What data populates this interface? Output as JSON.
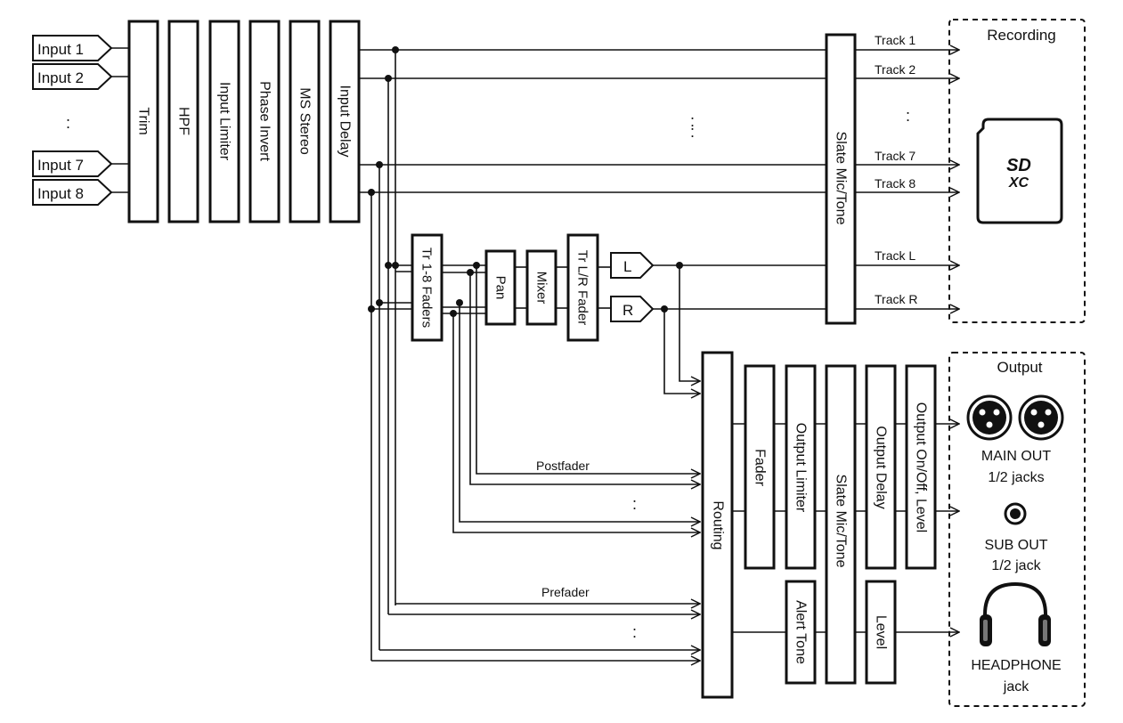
{
  "inputs": [
    "Input 1",
    "Input 2",
    "Input 7",
    "Input 8"
  ],
  "ellipsis": ":",
  "input_blocks": [
    "Trim",
    "HPF",
    "Input Limiter",
    "Phase Invert",
    "MS Stereo",
    "Input Delay"
  ],
  "slate_top": "Slate Mic/Tone",
  "tracks": [
    "Track 1",
    "Track 2",
    "Track 7",
    "Track 8",
    "Track L",
    "Track R"
  ],
  "recording": {
    "title": "Recording",
    "sd_logo_top": "SD",
    "sd_logo_bottom": "XC"
  },
  "mix_blocks": {
    "faders": "Tr 1-8 Faders",
    "pan": "Pan",
    "mixer": "Mixer",
    "lr_fader": "Tr L/R Fader"
  },
  "lr_out": [
    "L",
    "R"
  ],
  "routing": "Routing",
  "tap_labels": {
    "postfader": "Postfader",
    "prefader": "Prefader"
  },
  "output_blocks": [
    "Fader",
    "Output Limiter",
    "Slate Mic/Tone",
    "Output Delay",
    "Output On/Off, Level"
  ],
  "hp_blocks": {
    "alert": "Alert Tone",
    "level": "Level"
  },
  "output": {
    "title": "Output",
    "main_out": [
      "MAIN OUT",
      "1/2 jacks"
    ],
    "sub_out": [
      "SUB OUT",
      "1/2 jack"
    ],
    "headphone": [
      "HEADPHONE",
      "jack"
    ]
  }
}
